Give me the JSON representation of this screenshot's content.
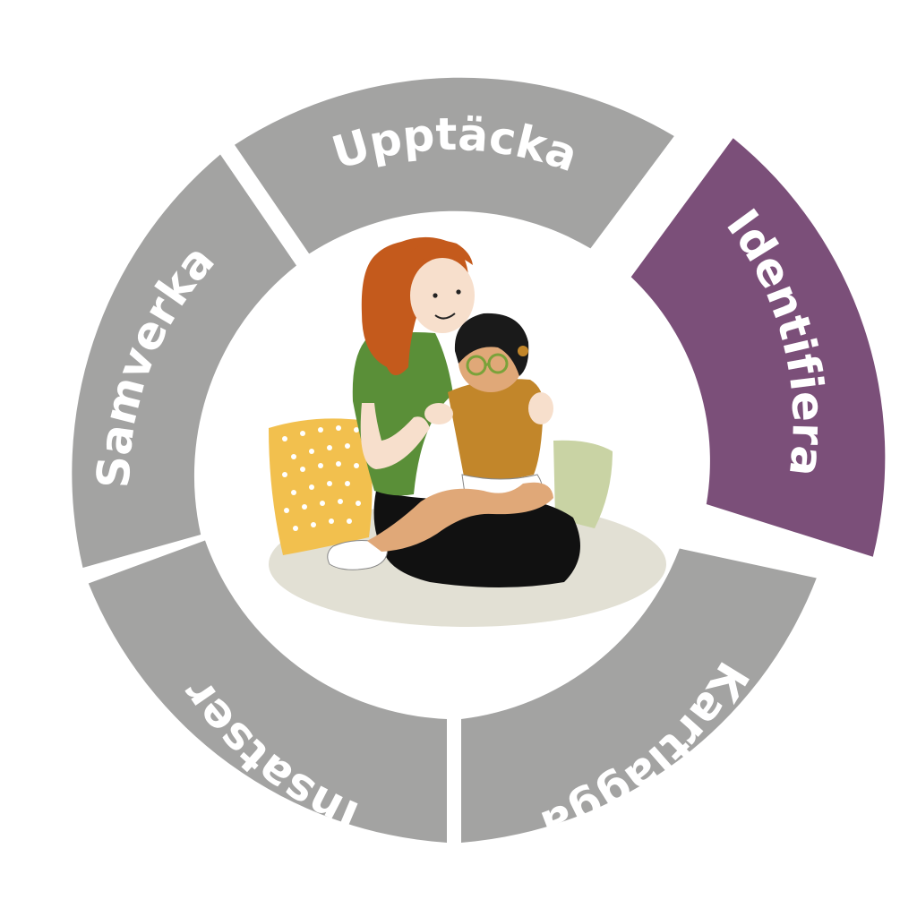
{
  "segments": [
    {
      "id": "upptacka",
      "label": "Upptäcka",
      "active": false
    },
    {
      "id": "identifiera",
      "label": "Identifiera",
      "active": true
    },
    {
      "id": "kartlagga",
      "label": "Kartlägga",
      "active": false
    },
    {
      "id": "insatser",
      "label": "Insatser",
      "active": false
    },
    {
      "id": "samverka",
      "label": "Samverka",
      "active": false
    }
  ],
  "colors": {
    "segment_inactive": "#a3a3a2",
    "segment_active": "#7b4f79",
    "label_text": "#ffffff",
    "hair": "#c45a1c",
    "adult_shirt": "#5a8f38",
    "child_shirt": "#c2862a",
    "pants": "#111111",
    "skin": "#f7dfcc",
    "child_skin": "#e0a878",
    "pillow_yellow": "#f2c04e",
    "pillow_green": "#c9d3a4",
    "rug": "#e2e0d4",
    "glasses": "#7aa23a",
    "child_hair": "#1a1a1a"
  },
  "illustration": {
    "icon": "adult-and-child-icon"
  }
}
